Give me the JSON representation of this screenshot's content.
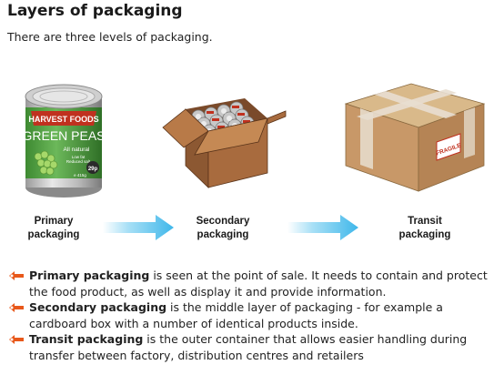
{
  "title": "Layers of packaging",
  "subtitle": "There are three levels of packaging.",
  "stages": [
    {
      "label_line1": "Primary",
      "label_line2": "packaging"
    },
    {
      "label_line1": "Secondary",
      "label_line2": "packaging"
    },
    {
      "label_line1": "Transit",
      "label_line2": "packaging"
    }
  ],
  "can": {
    "brand": "HARVEST FOODS",
    "product": "GREEN PEAS",
    "tagline": "All natural",
    "small_text_1": "Low fat",
    "small_text_2": "Reduced salt",
    "weight_badge": "29p",
    "net_weight": "e 415g"
  },
  "box_label": "FRAGILE",
  "bullets": [
    {
      "term": "Primary packaging",
      "text": " is seen at the point of sale. It needs to contain and protect the food product, as well as display it and provide information."
    },
    {
      "term": "Secondary packaging",
      "text": " is the middle layer of packaging - for example a cardboard box with a number of identical products inside."
    },
    {
      "term": "Transit packaging",
      "text": " is the outer container that allows easier handling during transfer between factory, distribution centres and retailers"
    }
  ],
  "colors": {
    "arrow": "#5fc8ef",
    "bullet": "#e8581a",
    "can_green": "#4a9a3c",
    "cardboard": "#c89868",
    "label_red": "#b5281e"
  }
}
